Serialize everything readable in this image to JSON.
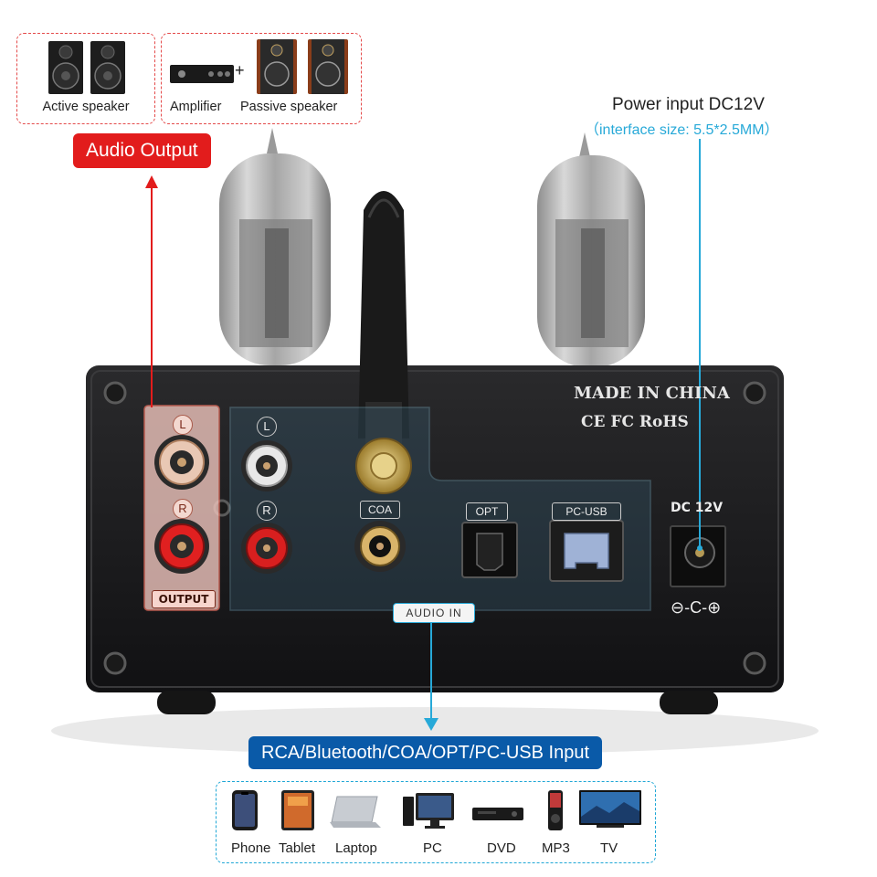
{
  "outputs": {
    "active_speaker": "Active speaker",
    "amplifier": "Amplifier",
    "plus": "+",
    "passive_speaker": "Passive speaker",
    "tag": "Audio Output"
  },
  "power": {
    "title": "Power input DC12V",
    "subtitle": "（interface size: 5.5*2.5MM）"
  },
  "panel": {
    "made_in": "MADE IN CHINA",
    "certs": "CE FC RoHS",
    "left": "L",
    "right": "R",
    "output": "OUTPUT",
    "coa": "COA",
    "opt": "OPT",
    "pcusb": "PC-USB",
    "dc": "DC 12V",
    "audio_in": "AUDIO IN",
    "polarity": "⊖-C-⊕"
  },
  "input_tag": "RCA/Bluetooth/COA/OPT/PC-USB Input",
  "devices": [
    {
      "label": "Phone",
      "icon": "phone-icon"
    },
    {
      "label": "Tablet",
      "icon": "tablet-icon"
    },
    {
      "label": "Laptop",
      "icon": "laptop-icon"
    },
    {
      "label": "PC",
      "icon": "pc-icon"
    },
    {
      "label": "DVD",
      "icon": "dvd-icon"
    },
    {
      "label": "MP3",
      "icon": "mp3-icon"
    },
    {
      "label": "TV",
      "icon": "tv-icon"
    }
  ],
  "colors": {
    "output_red": "#e21c1c",
    "input_blue": "#0a5aa8",
    "accent_cyan": "#27a9d8",
    "case": "#1b1b1d"
  }
}
